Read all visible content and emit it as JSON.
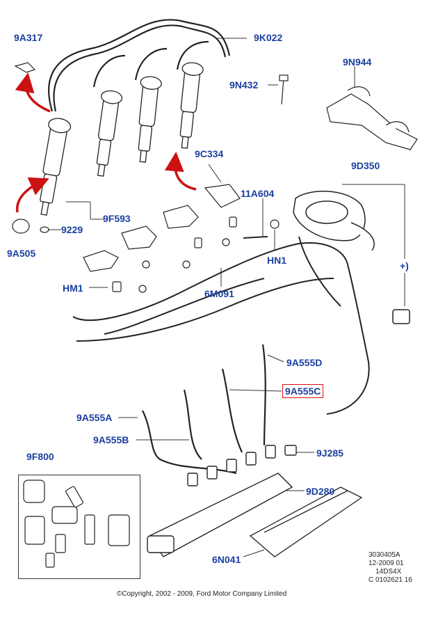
{
  "labels": {
    "l9A317": "9A317",
    "l9K022": "9K022",
    "l9N944": "9N944",
    "l9N432": "9N432",
    "l9C334": "9C334",
    "l9D350": "9D350",
    "l11A604": "11A604",
    "l9F593": "9F593",
    "l9229": "9229",
    "l9A505": "9A505",
    "lHN1": "HN1",
    "lPlus": "+)",
    "lHM1": "HM1",
    "l6M091": "6M091",
    "l9A555D": "9A555D",
    "l9A555C": "9A555C",
    "l9A555A": "9A555A",
    "l9A555B": "9A555B",
    "l9J285": "9J285",
    "l9F800": "9F800",
    "l9D280": "9D280",
    "l6N041": "6N041"
  },
  "highlight_color": "#dd1111",
  "label_color": "#1b3fa0",
  "arrow_color": "#cc1111",
  "meta": {
    "line1": "3030405A",
    "line2": "12-2009 01",
    "line3": "14DS4X",
    "line4": "C 0102621 16"
  },
  "copyright": "©Copyright, 2002 - 2009, Ford Motor Company Limited"
}
